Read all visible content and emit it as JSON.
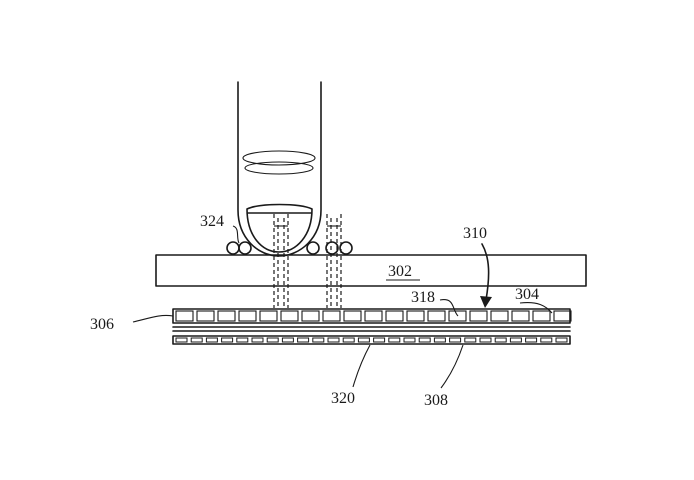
{
  "figure": {
    "labels": {
      "finger": "324",
      "cover": "302",
      "gap_arrow": "310",
      "pixel": "318",
      "display_layer": "304",
      "display_stack": "306",
      "sensor_element": "320",
      "sensor_layer": "308"
    },
    "colors": {
      "line": "#1a1a1a",
      "background": "#ffffff"
    }
  }
}
